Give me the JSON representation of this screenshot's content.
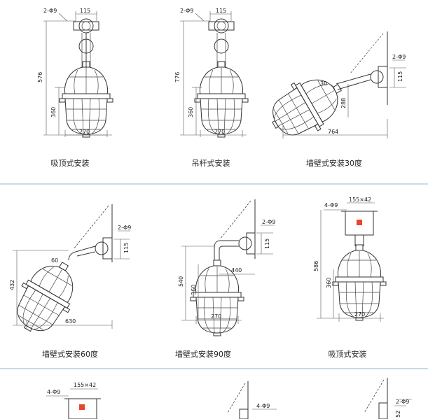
{
  "panels": [
    {
      "caption": "吸顶式安装",
      "hole": "2-Φ9",
      "w_top": "115",
      "h_total": "576",
      "h_body": "360",
      "w_base": "270"
    },
    {
      "caption": "吊杆式安装",
      "hole": "2-Φ9",
      "w_top": "115",
      "h_total": "776",
      "h_body": "360",
      "w_base": "270"
    },
    {
      "caption": "墙壁式安装30度",
      "hole": "2-Φ9",
      "angle": "30",
      "h_drop": "288",
      "w_side": "115",
      "w_base": "764"
    },
    {
      "caption": "墙壁式安装60度",
      "hole": "2-Φ9",
      "angle": "60",
      "h_total": "432",
      "w_side": "115",
      "w_base": "630"
    },
    {
      "caption": "墙壁式安装90度",
      "hole": "2-Φ9",
      "arm": "440",
      "h_total": "540",
      "h_body": "360",
      "w_side": "115",
      "w_base": "270"
    },
    {
      "caption": "吸顶式安装",
      "hole": "4-Φ9",
      "box": "155×42",
      "h_total": "586",
      "h_body": "360",
      "w_base": "270"
    }
  ],
  "bottom_row": {
    "left": {
      "hole": "4-Φ9",
      "box": "155×42"
    },
    "mid": {
      "hole": "4-Φ9"
    },
    "right": {
      "hole": "2-Φ9",
      "w_side": "52"
    }
  }
}
